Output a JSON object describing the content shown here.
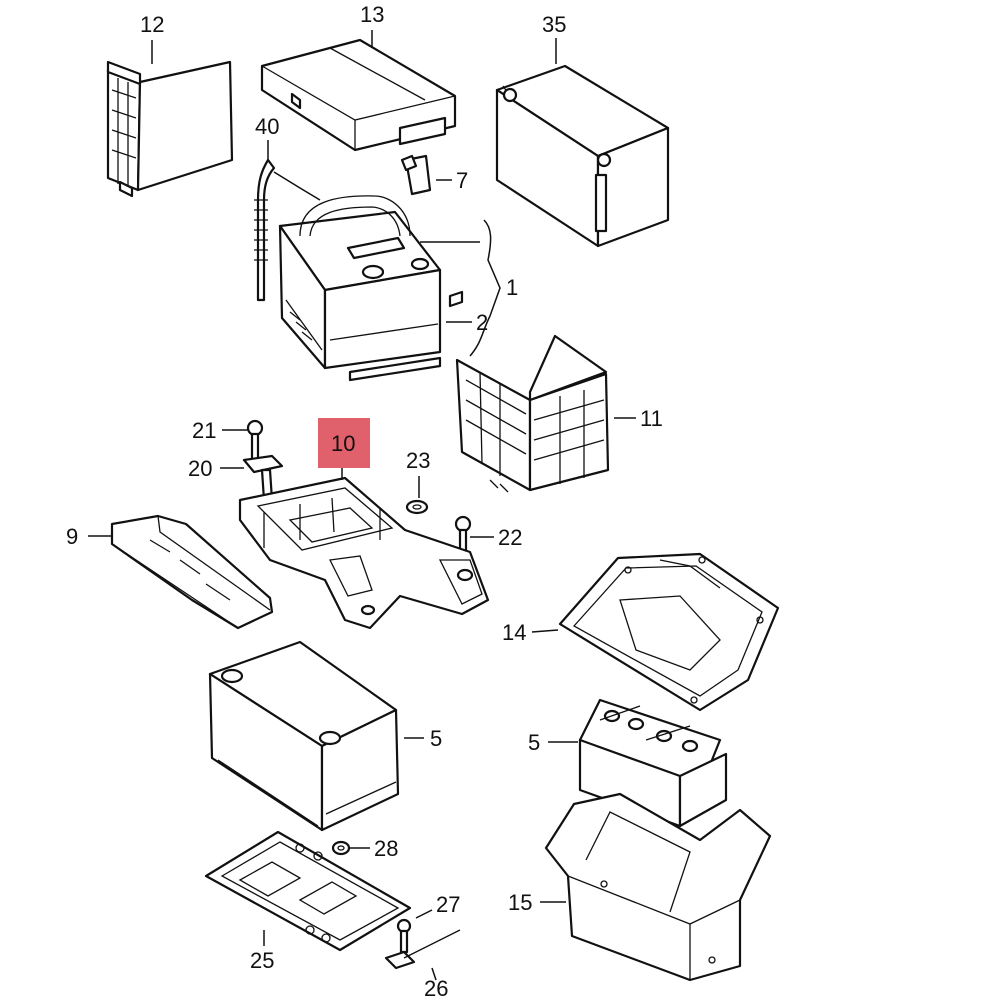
{
  "labels": {
    "p12": "12",
    "p13": "13",
    "p35": "35",
    "p40": "40",
    "p7": "7",
    "p1": "1",
    "p2": "2",
    "p11": "11",
    "p21": "21",
    "p10": "10",
    "p23": "23",
    "p20": "20",
    "p9": "9",
    "p22": "22",
    "p14": "14",
    "p5a": "5",
    "p5b": "5",
    "p28": "28",
    "p15": "15",
    "p27": "27",
    "p25": "25",
    "p26": "26"
  },
  "highlight": {
    "part": "10",
    "color": "#e0606b"
  }
}
